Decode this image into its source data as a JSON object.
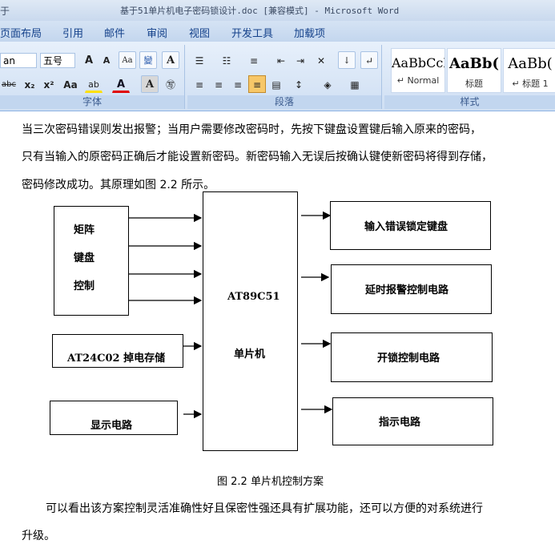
{
  "window": {
    "app_fragment": "于",
    "title": "基于51单片机电子密码锁设计.doc [兼容模式] - Microsoft Word"
  },
  "tabs": [
    "页面布局",
    "引用",
    "邮件",
    "审阅",
    "视图",
    "开发工具",
    "加载项"
  ],
  "ribbon": {
    "font_name": "an",
    "font_size": "五号",
    "groups": {
      "font": "字体",
      "paragraph": "段落",
      "styles": "样式"
    },
    "styles": [
      {
        "sample": "AaBbCcI",
        "name": "↵ Normal"
      },
      {
        "sample": "AaBb(",
        "name": "标题"
      },
      {
        "sample": "AaBb(",
        "name": "↵ 标题 1"
      }
    ]
  },
  "document": {
    "para1_line1": "当三次密码错误则发出报警；当用户需要修改密码时，先按下键盘设置键后输入原来的密码，",
    "para1_line2": "只有当输入的原密码正确后才能设置新密码。新密码输入无误后按确认键使新密码将得到存储，",
    "para1_line3": "密码修改成功。其原理如图 2.2 所示。",
    "diagram": {
      "matrix_label_1": "矩阵",
      "matrix_label_2": "键盘",
      "matrix_label_3": "控制",
      "eeprom": "AT24C02 掉电存储",
      "display": "显示电路",
      "mcu_1": "AT89C51",
      "mcu_2": "单片机",
      "out1": "输入错误锁定键盘",
      "out2": "延时报警控制电路",
      "out3": "开锁控制电路",
      "out4": "指示电路"
    },
    "caption": "图 2.2 单片机控制方案",
    "para2_line1": "可以看出该方案控制灵活准确性好且保密性强还具有扩展功能，还可以方便的对系统进行",
    "para2_line2": "升级。"
  }
}
